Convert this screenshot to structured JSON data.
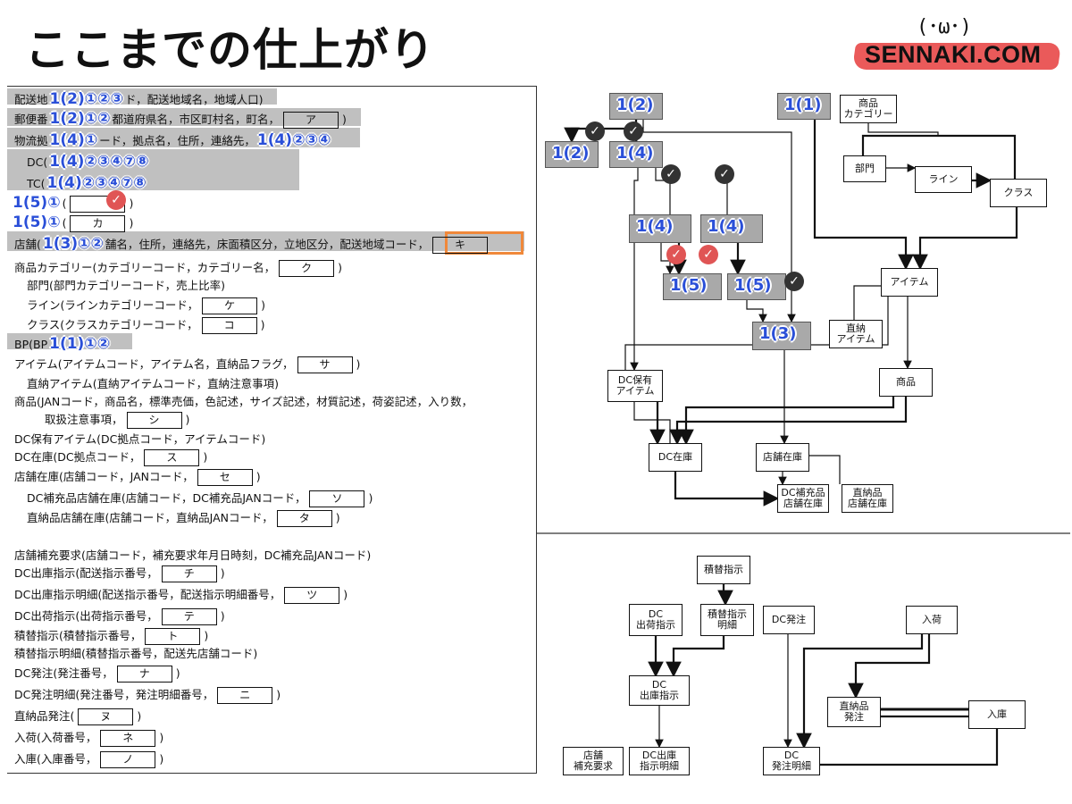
{
  "page_title": "ここまでの仕上がり",
  "logo": {
    "face": "(･ω･)",
    "text": "SENNAKI.COM"
  },
  "schema_lines": [
    {
      "pre": "配送地",
      "badge": "1(2)①②③",
      "post": "ド，配送地域名，地域人口)"
    },
    {
      "pre": "郵便番",
      "badge": "1(2)①②",
      "post": "都道府県名，市区町村名，町名，",
      "box": "ア",
      "tail": ")"
    },
    {
      "pre": "物流拠",
      "badge": "1(4)①",
      "post": "ード，拠点名，住所，連絡先，",
      "badge2": "1(4)②③④"
    },
    {
      "pre": "DC(",
      "badge": "1(4)②③④⑦⑧"
    },
    {
      "pre": "TC(",
      "badge": "1(4)②③④⑦⑧"
    },
    {
      "badge": "1(5)①",
      "pre": "(",
      "box": "",
      "tail": ")"
    },
    {
      "badge": "1(5)①",
      "pre": "(",
      "box": "カ",
      "tail": ")"
    },
    {
      "pre": "店舗(",
      "badge": "1(3)①②",
      "post": "舗名，住所，連絡先，床面積区分，立地区分，配送地域コード，",
      "box": "キ"
    },
    {
      "pre": "商品カテゴリー(カテゴリーコード，カテゴリー名，",
      "box": "ク",
      "tail": ")"
    },
    {
      "pre": "部門(部門カテゴリーコード，売上比率)"
    },
    {
      "pre": "ライン(ラインカテゴリーコード，",
      "box": "ケ",
      "tail": ")"
    },
    {
      "pre": "クラス(クラスカテゴリーコード，",
      "box": "コ",
      "tail": ")"
    },
    {
      "pre": "BP(BP",
      "badge": "1(1)①②"
    },
    {
      "pre": "アイテム(アイテムコード，アイテム名，直納品フラグ，",
      "box": "サ",
      "tail": ")"
    },
    {
      "pre": "直納アイテム(直納アイテムコード，直納注意事項)"
    },
    {
      "pre": "商品(JANコード，商品名，標準売価，色記述，サイズ記述，材質記述，荷姿記述，入り数，"
    },
    {
      "pre": "取扱注意事項，",
      "box": "シ",
      "tail": ")"
    },
    {
      "pre": "DC保有アイテム(DC拠点コード，アイテムコード)"
    },
    {
      "pre": "DC在庫(DC拠点コード，",
      "box": "ス",
      "tail": ")"
    },
    {
      "pre": "店舗在庫(店舗コード，JANコード，",
      "box": "セ",
      "tail": ")"
    },
    {
      "pre": "DC補充品店舗在庫(店舗コード，DC補充品JANコード，",
      "box": "ソ",
      "tail": ")"
    },
    {
      "pre": "直納品店舗在庫(店舗コード，直納品JANコード，",
      "box": "タ",
      "tail": ")"
    },
    {
      "pre": "店舗補充要求(店舗コード，補充要求年月日時刻，DC補充品JANコード)"
    },
    {
      "pre": "DC出庫指示(配送指示番号，",
      "box": "チ",
      "tail": ")"
    },
    {
      "pre": "DC出庫指示明細(配送指示番号，配送指示明細番号，",
      "box": "ツ",
      "tail": ")"
    },
    {
      "pre": "DC出荷指示(出荷指示番号，",
      "box": "テ",
      "tail": ")"
    },
    {
      "pre": "積替指示(積替指示番号，",
      "box": "ト",
      "tail": ")"
    },
    {
      "pre": "積替指示明細(積替指示番号，配送先店舗コード)"
    },
    {
      "pre": "DC発注(発注番号，",
      "box": "ナ",
      "tail": ")"
    },
    {
      "pre": "DC発注明細(発注番号，発注明細番号，",
      "box": "ニ",
      "tail": ")"
    },
    {
      "pre": "直納品発注(",
      "box": "ヌ",
      "tail": ")"
    },
    {
      "pre": "入荷(入荷番号，",
      "box": "ネ",
      "tail": ")"
    },
    {
      "pre": "入庫(入庫番号，",
      "box": "ノ",
      "tail": ")"
    }
  ],
  "diagram_top": {
    "gray_badges": [
      "1(2)",
      "1(1)",
      "1(2)",
      "1(4)",
      "1(4)",
      "1(4)",
      "1(5)",
      "1(5)",
      "1(3)"
    ],
    "nodes": [
      "商品\nカテゴリー",
      "部門",
      "ライン",
      "クラス",
      "アイテム",
      "直納\nアイテム",
      "DC保有\nアイテム",
      "商品",
      "DC在庫",
      "店舗在庫",
      "DC補充品\n店舗在庫",
      "直納品\n店舗在庫"
    ]
  },
  "diagram_bottom": {
    "nodes": [
      "積替指示",
      "DC\n出荷指示",
      "積替指示\n明細",
      "DC発注",
      "入荷",
      "DC\n出庫指示",
      "直納品\n発注",
      "入庫",
      "店舗\n補充要求",
      "DC出庫\n指示明細",
      "DC\n発注明細"
    ]
  },
  "colors": {
    "badge": "#2a4fd8",
    "highlight": "#b5b5b5",
    "orange": "#f0883a",
    "logo_red": "#ea5a5a"
  }
}
